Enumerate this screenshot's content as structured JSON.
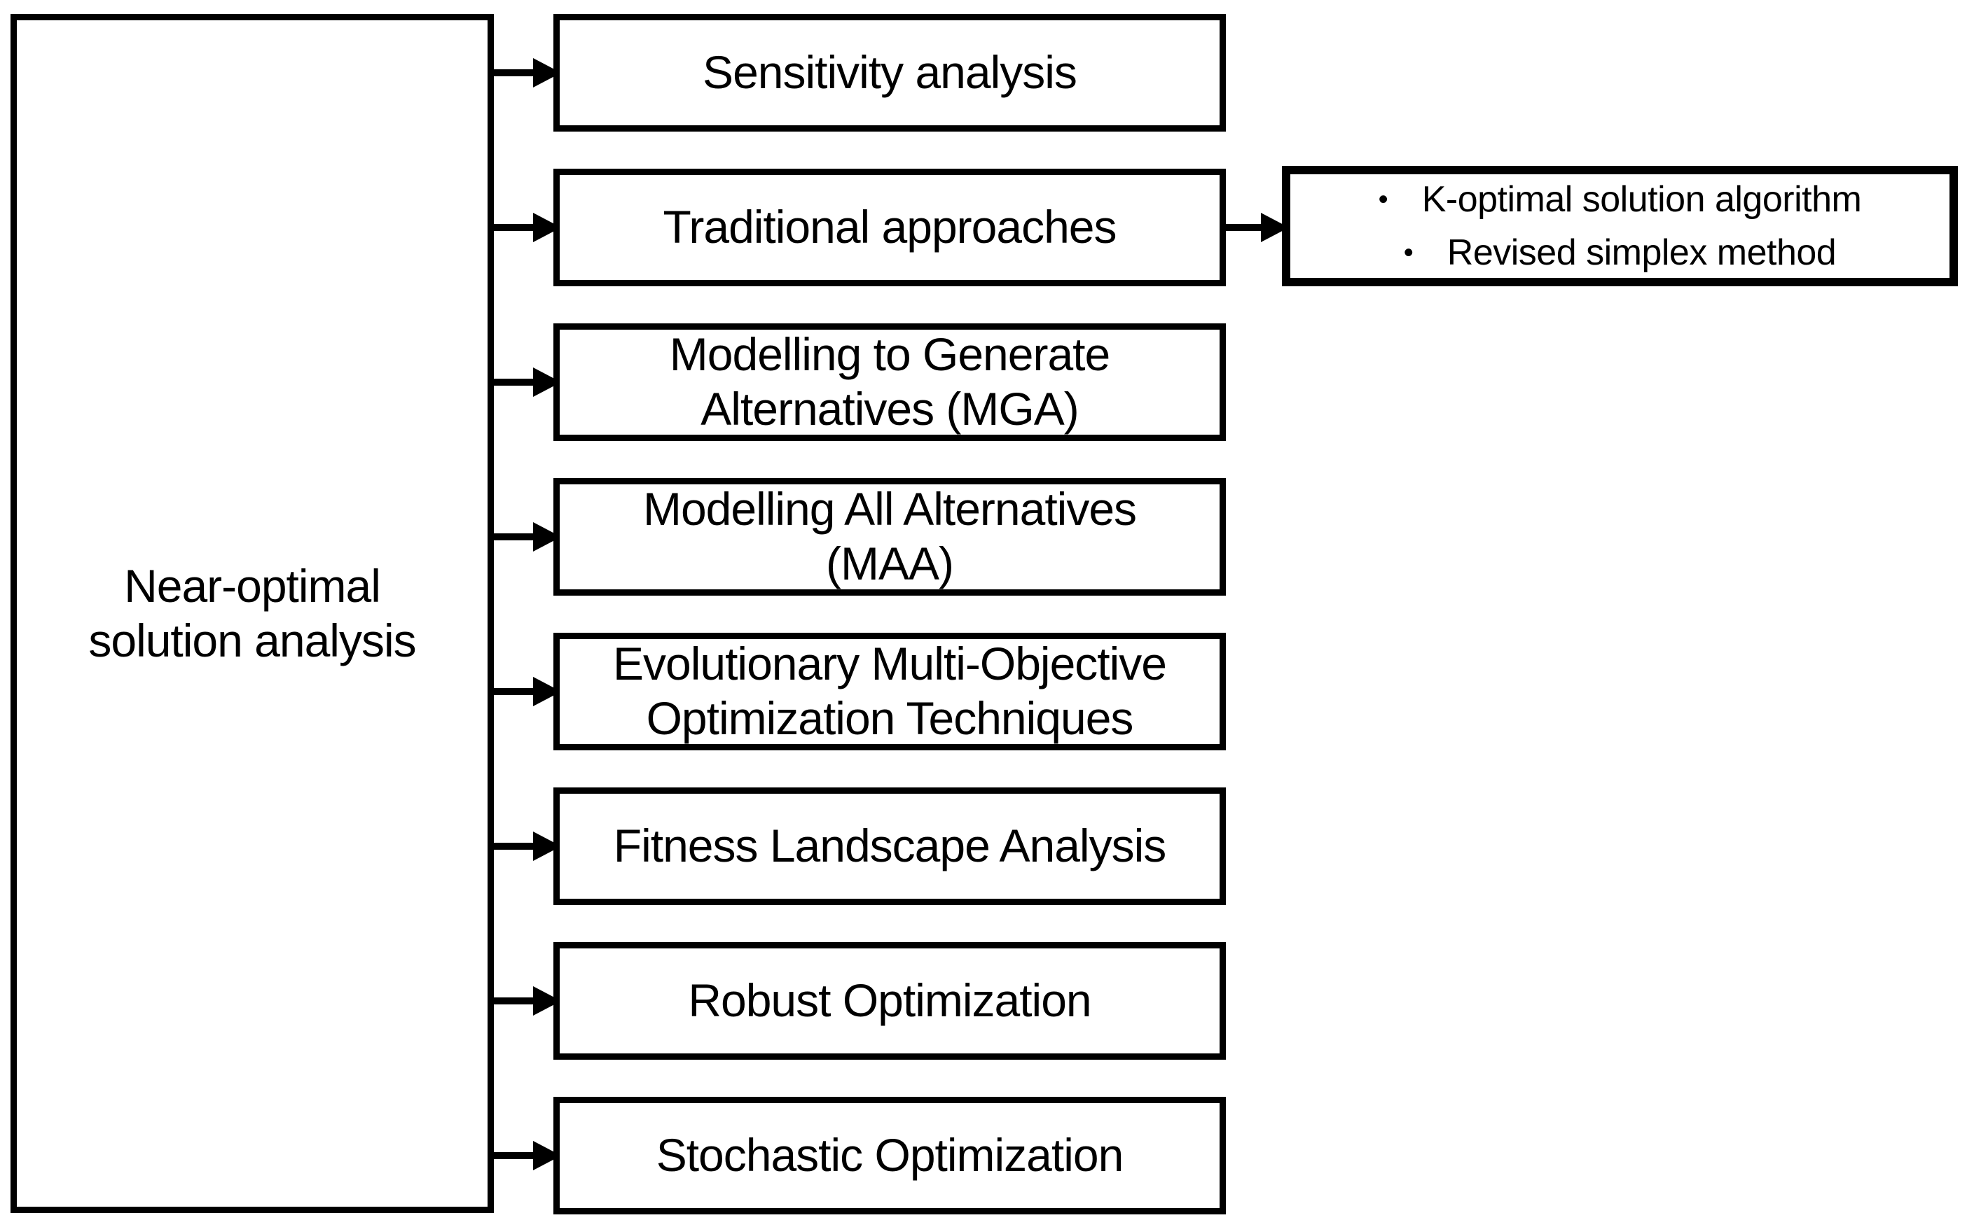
{
  "diagram": {
    "root": {
      "label": "Near-optimal\nsolution analysis"
    },
    "branches": [
      {
        "label": "Sensitivity analysis"
      },
      {
        "label": "Traditional approaches"
      },
      {
        "label": "Modelling to Generate\nAlternatives (MGA)"
      },
      {
        "label": "Modelling All Alternatives\n(MAA)"
      },
      {
        "label": "Evolutionary Multi-Objective\nOptimization Techniques"
      },
      {
        "label": "Fitness Landscape Analysis"
      },
      {
        "label": "Robust Optimization"
      },
      {
        "label": "Stochastic Optimization"
      }
    ],
    "detail": {
      "bullet": "•",
      "items": [
        "K-optimal solution algorithm",
        "Revised simplex method"
      ]
    },
    "colors": {
      "line": "#000000",
      "background": "#ffffff",
      "text": "#000000"
    }
  }
}
